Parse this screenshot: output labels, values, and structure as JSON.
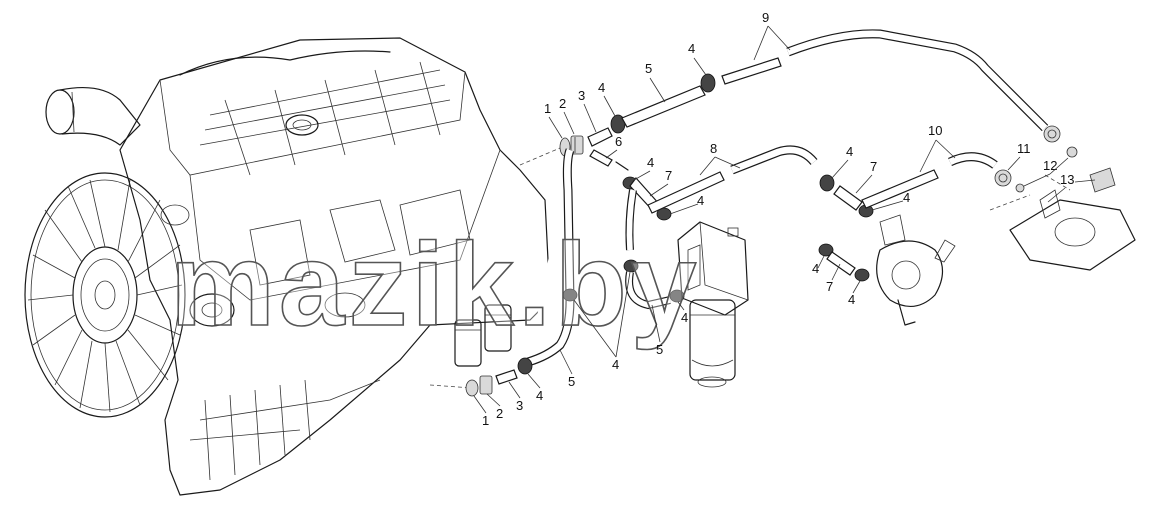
{
  "watermark": "mazik.by",
  "callouts": {
    "c1a": "1",
    "c2a": "2",
    "c3a": "3",
    "c4a": "4",
    "c5a": "5",
    "c4b": "4",
    "c9": "9",
    "c6": "6",
    "c4c": "4",
    "c7a": "7",
    "c8": "8",
    "c4d": "4",
    "c4e": "4",
    "c7b": "7",
    "c10": "10",
    "c4f": "4",
    "c11": "11",
    "c12": "12",
    "c13": "13",
    "c4g": "4",
    "c7c": "7",
    "c4h": "4",
    "c4i": "4",
    "c5b": "5",
    "c4j": "4",
    "c1b": "1",
    "c2b": "2",
    "c3b": "3",
    "c4k": "4",
    "c5c": "5"
  }
}
